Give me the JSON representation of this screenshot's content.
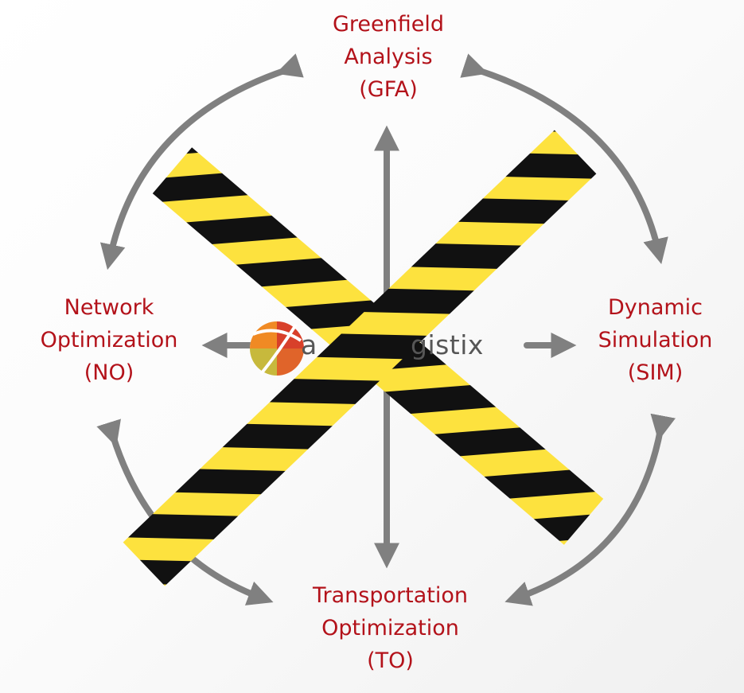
{
  "nodes": {
    "gfa": {
      "lines": [
        "Greenfield",
        "Analysis",
        "(GFA)"
      ]
    },
    "no": {
      "lines": [
        "Network",
        "Optimization",
        "(NO)"
      ]
    },
    "sim": {
      "lines": [
        "Dynamic",
        "Simulation",
        "(SIM)"
      ]
    },
    "to": {
      "lines": [
        "Transportation",
        "Optimization",
        "(TO)"
      ]
    }
  },
  "logo": {
    "visible_text_left": "a",
    "visible_text_right": "gistix"
  },
  "colors": {
    "label": "#b3121a",
    "arrow": "#808080",
    "tape_yellow": "#fde23e",
    "tape_black": "#111111",
    "logo_orange": "#f08a24",
    "logo_red": "#d8402a",
    "logo_olive": "#c7b93c"
  }
}
